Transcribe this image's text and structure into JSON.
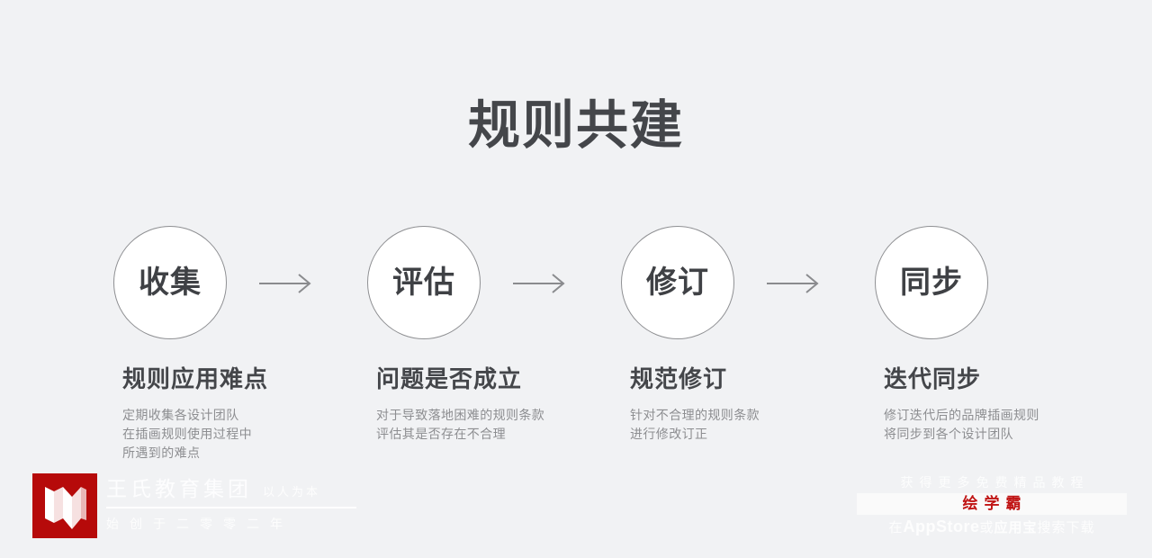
{
  "slide": {
    "title": "规则共建",
    "background_color": "#f1f2f4",
    "heading_color": "#44464a",
    "body_color": "#8d8e91"
  },
  "steps": [
    {
      "circle_label": "收集",
      "arrow_after": "arrow-right-icon",
      "heading": "规则应用难点",
      "body": [
        "定期收集各设计团队",
        "在插画规则使用过程中",
        "所遇到的难点"
      ]
    },
    {
      "circle_label": "评估",
      "arrow_after": "arrow-right-icon",
      "heading": "问题是否成立",
      "body": [
        "对于导致落地困难的规则条款",
        "评估其是否存在不合理"
      ]
    },
    {
      "circle_label": "修订",
      "arrow_after": "arrow-right-icon",
      "heading": "规范修订",
      "body": [
        "针对不合理的规则条款",
        "进行修改订正"
      ]
    },
    {
      "circle_label": "同步",
      "arrow_after": "",
      "heading": "迭代同步",
      "body": [
        "修订迭代后的品牌插画规则",
        "将同步到各个设计团队"
      ]
    }
  ],
  "watermark_left": {
    "logo_icon": "wangshi-w-logo-icon",
    "logo_color": "#b60a0a",
    "brand": "王氏教育集团",
    "slogan": "以人为本",
    "sub": "始创于二零零二年"
  },
  "watermark_right": {
    "top_line": "获得更多免费精品教程",
    "app_name": "绘学霸",
    "app_name_color": "#c01414",
    "bottom_prefix": "在",
    "bottom_store": "AppStore",
    "bottom_or": "或",
    "bottom_bao": "应用宝",
    "bottom_suffix": "搜索下载"
  }
}
